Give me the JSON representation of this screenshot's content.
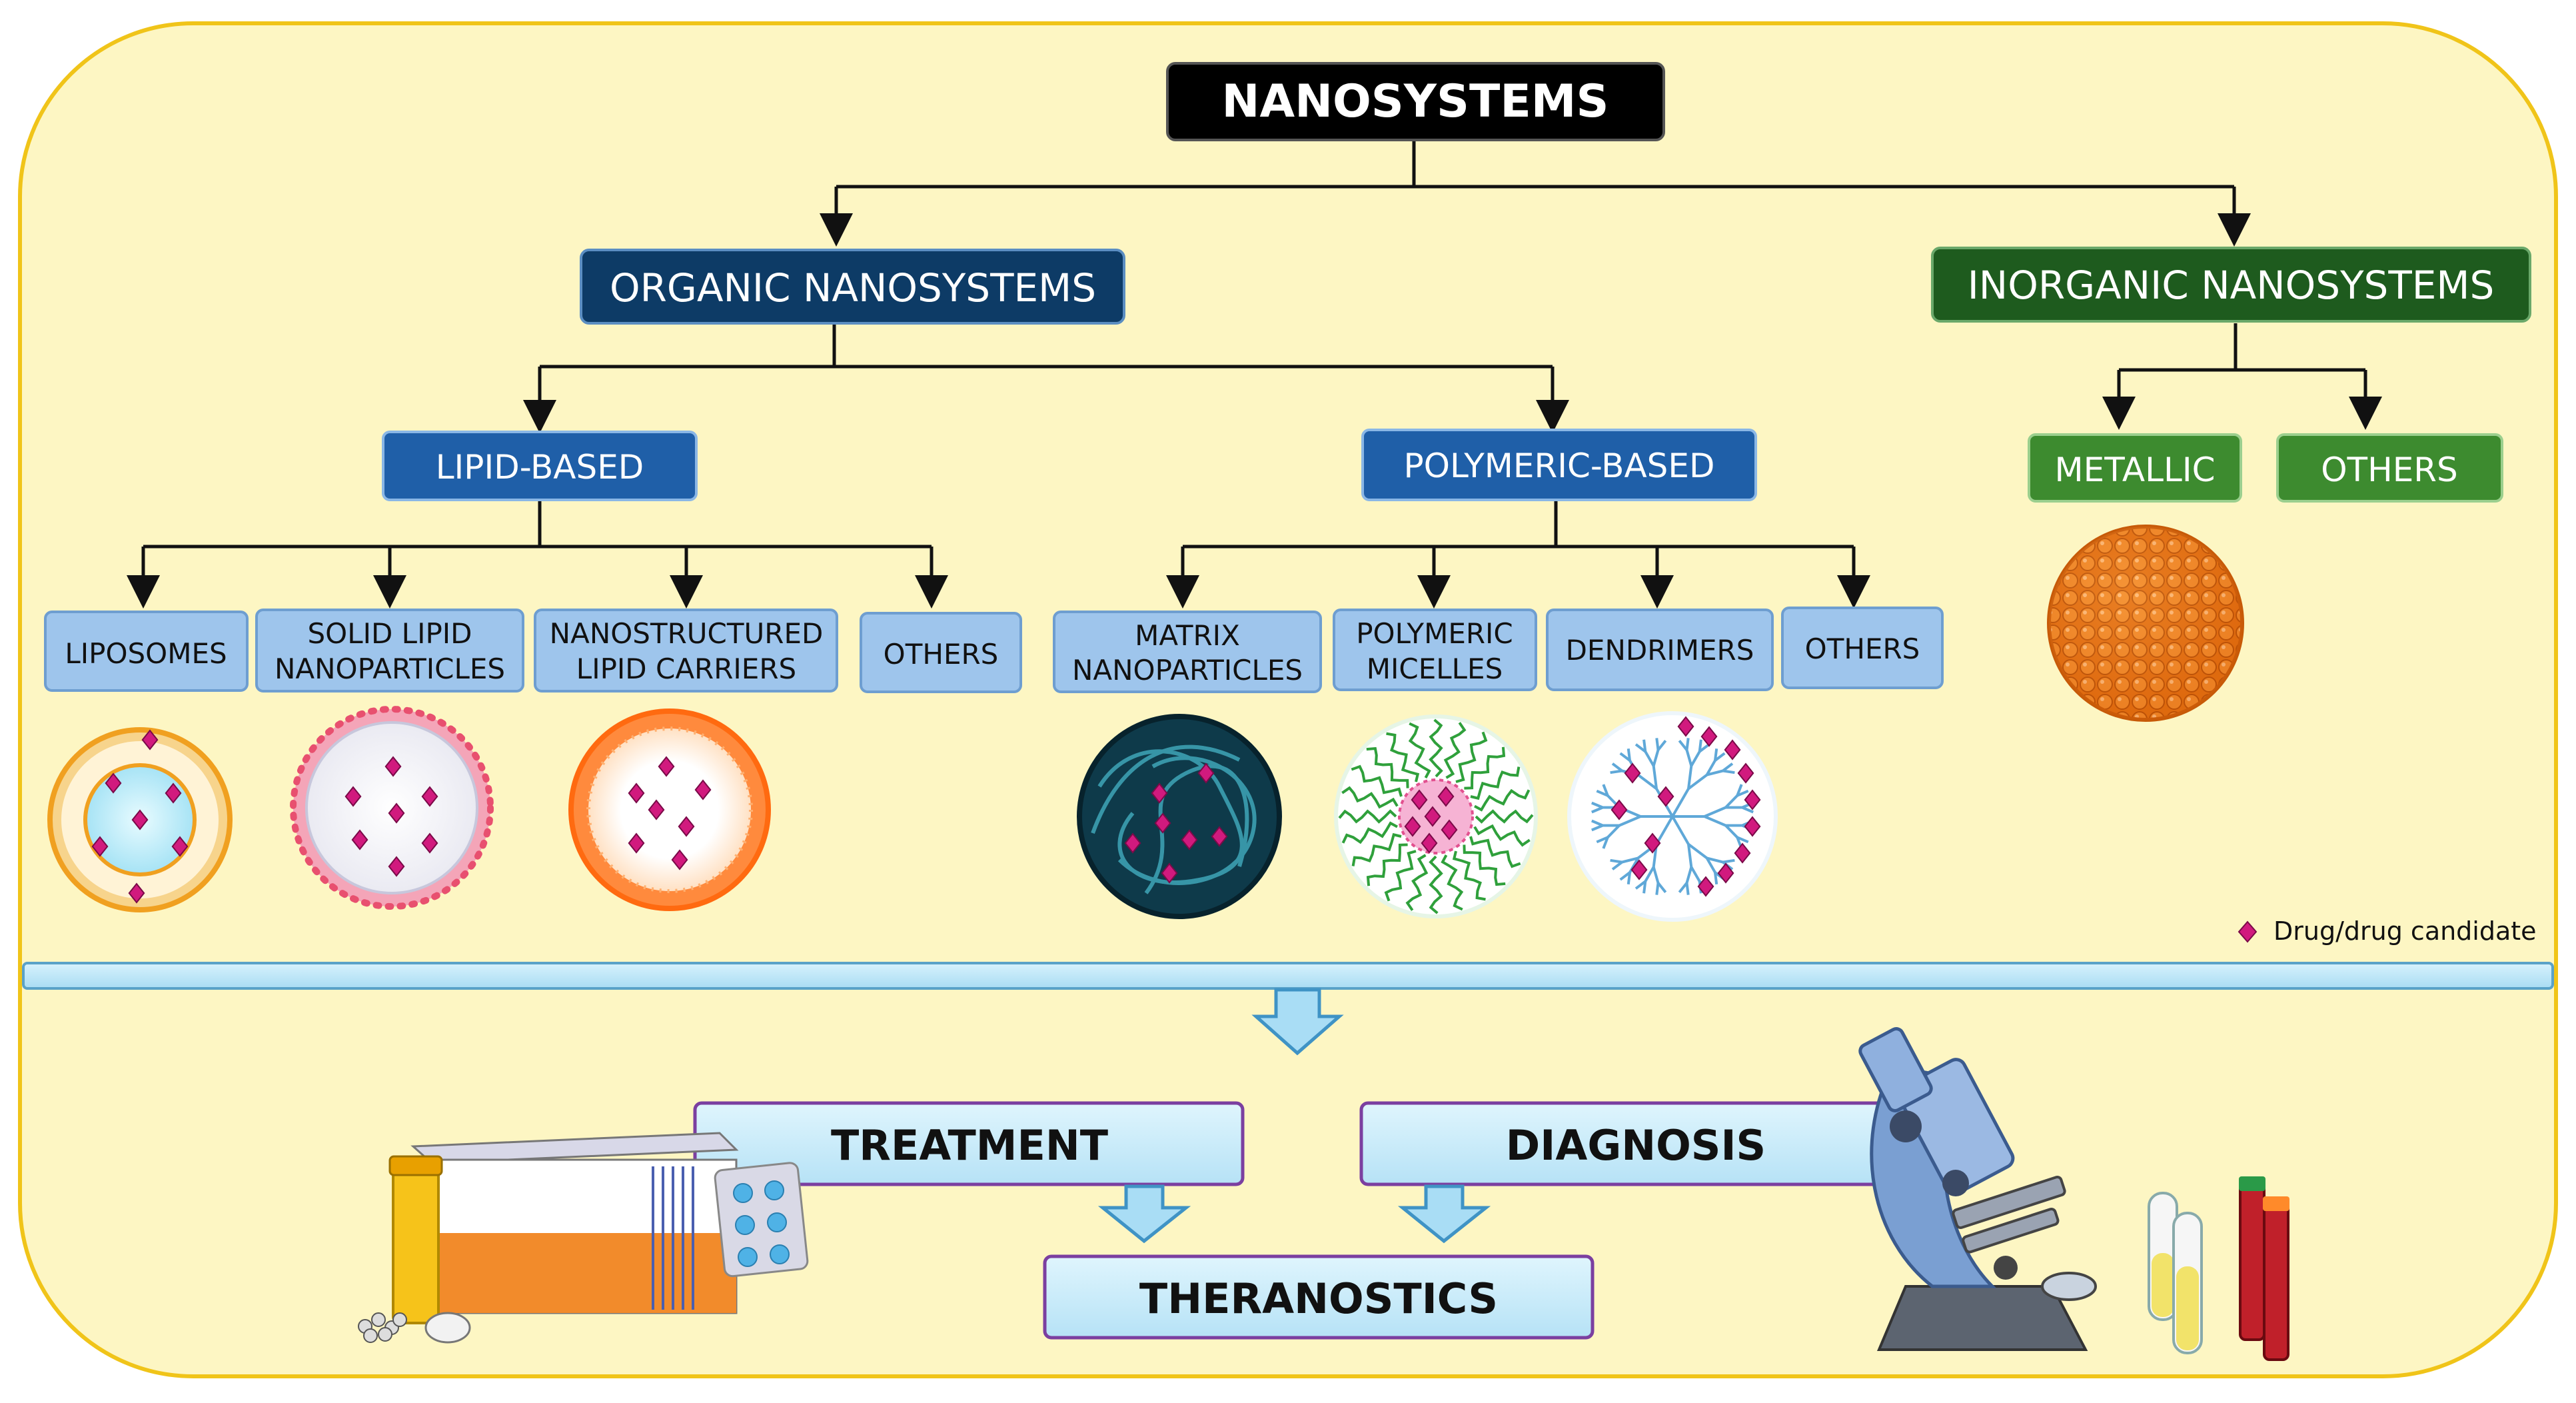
{
  "title": "NANOSYSTEMS",
  "organic": {
    "label": "ORGANIC NANOSYSTEMS",
    "lipid": {
      "label": "LIPID-BASED",
      "children": [
        {
          "lines": [
            "LIPOSOMES"
          ]
        },
        {
          "lines": [
            "SOLID LIPID",
            "NANOPARTICLES"
          ]
        },
        {
          "lines": [
            "NANOSTRUCTURED",
            "LIPID CARRIERS"
          ]
        },
        {
          "lines": [
            "OTHERS"
          ]
        }
      ]
    },
    "polymeric": {
      "label": "POLYMERIC-BASED",
      "children": [
        {
          "lines": [
            "MATRIX",
            "NANOPARTICLES"
          ]
        },
        {
          "lines": [
            "POLYMERIC",
            "MICELLES"
          ]
        },
        {
          "lines": [
            "DENDRIMERS"
          ]
        },
        {
          "lines": [
            "OTHERS"
          ]
        }
      ]
    }
  },
  "inorganic": {
    "label": "INORGANIC NANOSYSTEMS",
    "children": [
      {
        "lines": [
          "METALLIC"
        ]
      },
      {
        "lines": [
          "OTHERS"
        ]
      }
    ]
  },
  "legend": {
    "label": "Drug/drug candidate"
  },
  "applications": {
    "treatment": "TREATMENT",
    "diagnosis": "DIAGNOSIS",
    "theranostics": "THERANOSTICS"
  },
  "colors": {
    "background": "#fdf6c3",
    "panel_border": "#f0c419",
    "title_box": "#000000",
    "organic_box": "#0d3b66",
    "organic_sub_box": "#1f5fa8",
    "leaf_box": "#9ec5ec",
    "inorganic_box": "#1e5b1e",
    "inorganic_sub_box": "#3d8b2f",
    "drug": "#d11a7e",
    "app_box": "#c8ebfa",
    "app_border": "#7b3fa0"
  }
}
